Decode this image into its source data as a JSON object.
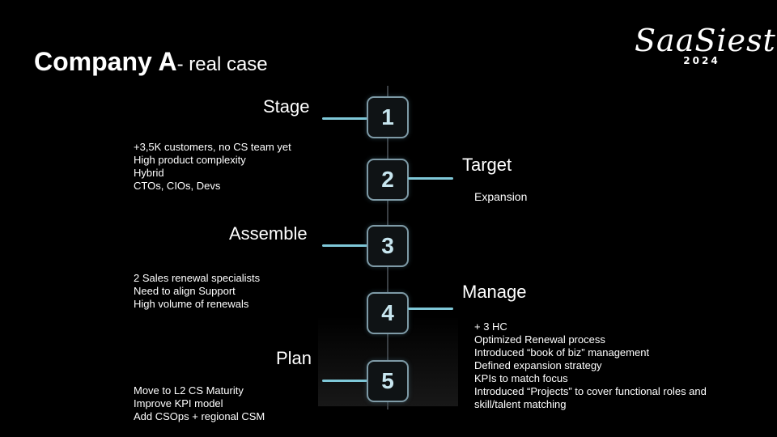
{
  "title": {
    "bold": "Company A",
    "light": "- real case"
  },
  "logo": {
    "brand": "SaaSiest",
    "year": "2024"
  },
  "steps": [
    {
      "number": "1",
      "label": "Stage",
      "notes": [
        "+3,5K customers, no CS team yet",
        "High product complexity",
        "Hybrid",
        "CTOs, CIOs, Devs"
      ]
    },
    {
      "number": "2",
      "label": "Target",
      "notes": [
        "Expansion"
      ]
    },
    {
      "number": "3",
      "label": "Assemble",
      "notes": [
        "2 Sales renewal specialists",
        "Need to align Support",
        "High volume of renewals"
      ]
    },
    {
      "number": "4",
      "label": "Manage",
      "notes": [
        "+ 3 HC",
        "Optimized Renewal process",
        "Introduced “book of biz” management",
        "Defined expansion strategy",
        "KPIs to match  focus",
        "Introduced “Projects” to cover functional roles and",
        "skill/talent matching"
      ]
    },
    {
      "number": "5",
      "label": "Plan",
      "notes": [
        "Move to L2 CS Maturity",
        "Improve KPI model",
        "Add CSOps + regional CSM"
      ]
    }
  ]
}
